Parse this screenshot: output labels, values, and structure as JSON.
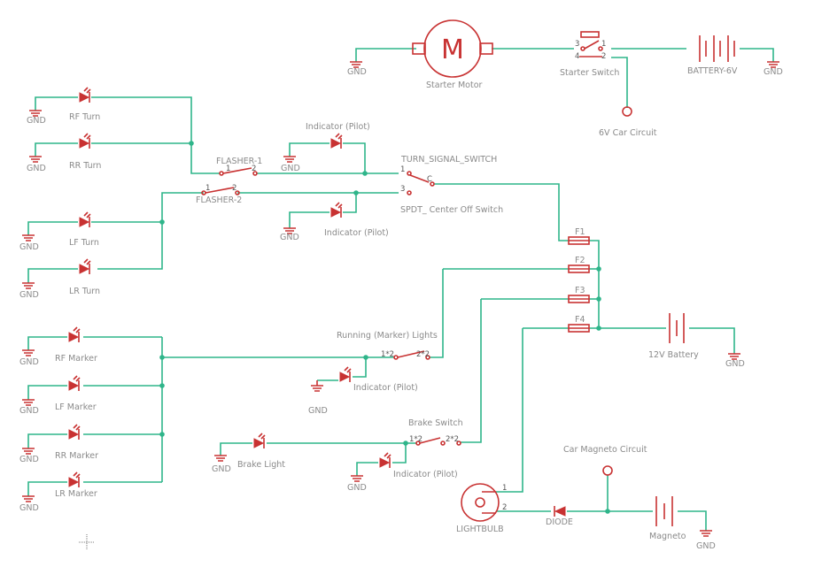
{
  "schematic": {
    "labels": {
      "gnd": "GND",
      "starter_motor": "Starter Motor",
      "motor_symbol": "M",
      "starter_switch": "Starter Switch",
      "battery_6v": "BATTERY-6V",
      "car_circuit_6v": "6V Car Circuit",
      "rf_turn": "RF Turn",
      "rr_turn": "RR Turn",
      "lf_turn": "LF Turn",
      "lr_turn": "LR Turn",
      "indicator": "Indicator (Pilot)",
      "flasher_1": "FLASHER-1",
      "flasher_2": "FLASHER-2",
      "turn_signal_switch": "TURN_SIGNAL_SWITCH",
      "spdt_switch": "SPDT_ Center Off Switch",
      "f1": "F1",
      "f2": "F2",
      "f3": "F3",
      "f4": "F4",
      "battery_12v": "12V Battery",
      "running_lights": "Running (Marker) Lights",
      "rf_marker": "RF Marker",
      "lf_marker": "LF Marker",
      "rr_marker": "RR Marker",
      "lr_marker": "LR Marker",
      "brake_switch": "Brake Switch",
      "brake_light": "Brake Light",
      "car_magneto_circuit": "Car Magneto Circuit",
      "lightbulb": "LIGHTBULB",
      "diode": "DIODE",
      "magneto": "Magneto"
    },
    "pins": {
      "p1": "1",
      "p2": "2",
      "p3": "3",
      "p4": "4",
      "c": "C",
      "p1x2": "1*2",
      "p2x2": "2*2"
    },
    "colors": {
      "wire": "#2fb58a",
      "symbol": "#c83232",
      "label": "#8a8a8a"
    }
  }
}
